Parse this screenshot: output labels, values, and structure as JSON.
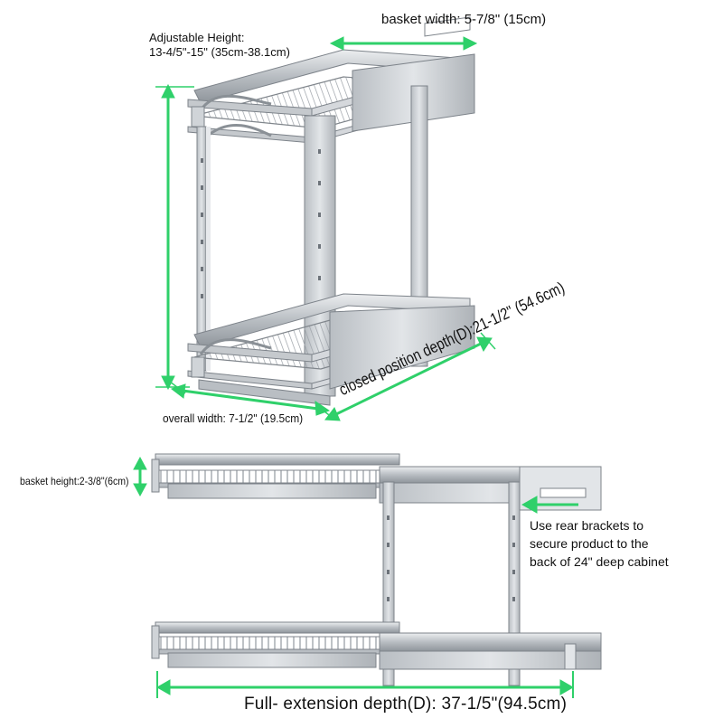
{
  "labels": {
    "adjustable_height_line1": "Adjustable Height:",
    "adjustable_height_line2": "13-4/5\"-15\" (35cm-38.1cm)",
    "basket_width": "basket width: 5-7/8\" (15cm)",
    "overall_width": "overall width: 7-1/2\" (19.5cm)",
    "closed_depth": "closed position depth(D):21-1/2\" (54.6cm)",
    "basket_height": "basket height:2-3/8\"(6cm)",
    "rear_bracket_note": [
      "Use rear brackets to",
      "secure product to the",
      "back of 24\" deep cabinet"
    ],
    "full_extension_depth": "Full- extension  depth(D): 37-1/5\"(94.5cm)"
  },
  "colors": {
    "dimension_arrow": "#2fd06a",
    "chrome_dark": "#8e9399",
    "chrome_light": "#d4d8dc",
    "panel": "#c7cbcf"
  },
  "icons": {
    "arrow": "double-headed-dimension-arrow"
  }
}
